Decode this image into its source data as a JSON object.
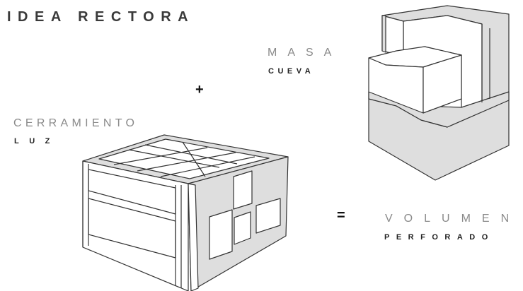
{
  "title": "IDEA RECTORA",
  "masa": {
    "label": "MASA",
    "sublabel": "CUEVA"
  },
  "plus_sign": "+",
  "cerramiento": {
    "label": "CERRAMIENTO",
    "sublabel": "LUZ"
  },
  "equals_sign": "=",
  "volumen": {
    "label": "VOLUMEN",
    "sublabel": "PERFORADO"
  },
  "colors": {
    "fill_gray": "#dedede",
    "stroke": "#333333",
    "background": "#ffffff"
  }
}
